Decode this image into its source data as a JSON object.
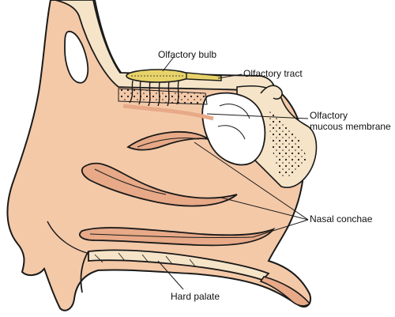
{
  "labels": {
    "olfactory_bulb": "Olfactory bulb",
    "olfactory_tract": "Olfactory tract",
    "olfactory_mucous_membrane_line1": "Olfactory",
    "olfactory_mucous_membrane_line2": "mucous membrane",
    "nasal_conchae": "Nasal conchae",
    "hard_palate": "Hard palate"
  },
  "colors": {
    "tissue": "#f4c9a8",
    "tissue_dark": "#e7a987",
    "bone": "#f6e4c8",
    "outline": "#1a1a1a",
    "nerve": "#e8d36a",
    "background": "#ffffff"
  }
}
